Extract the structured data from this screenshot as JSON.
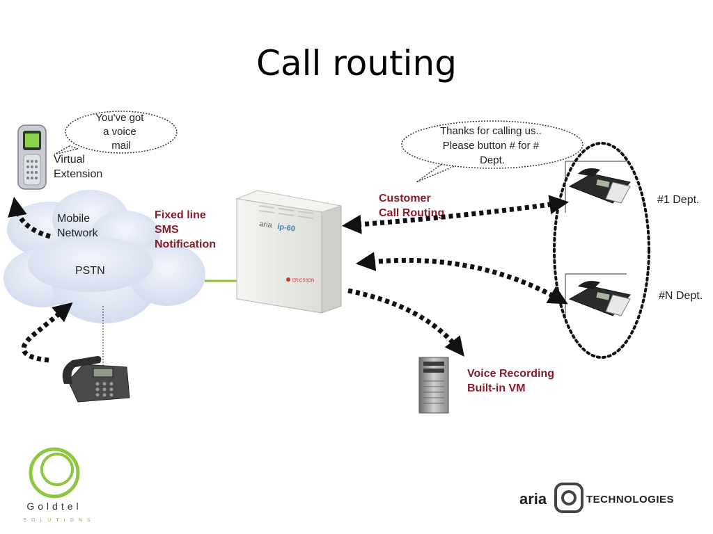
{
  "title": "Call routing",
  "bubbles": {
    "voice_mail": [
      "You've got",
      "a voice",
      "mail"
    ],
    "thanks": [
      "Thanks for calling us..",
      "Please button # for #",
      "Dept."
    ]
  },
  "labels": {
    "virtual_extension": [
      "Virtual",
      "Extension"
    ],
    "mobile_network": [
      "Mobile",
      "Network"
    ],
    "pstn": "PSTN",
    "fixed_line_sms": [
      "Fixed line",
      "SMS",
      "Notification"
    ],
    "customer_call_routing": [
      "Customer",
      "Call Routing"
    ],
    "voice_recording": [
      "Voice Recording",
      "Built-in VM"
    ],
    "dept_1": "#1 Dept.",
    "dept_n": "#N Dept."
  },
  "pbx": {
    "brand": "aria",
    "model": "ip-60",
    "maker": "ERICSSON"
  },
  "logos": {
    "goldtel_name": "Goldtel",
    "goldtel_sub": "SOLUTIONS",
    "aria_left": "aria",
    "aria_right": "TECHNOLOGIES"
  },
  "colors": {
    "accent_red": "#8b1a2b",
    "goldtel_green": "#8dc63f",
    "cloud": "#dde6f5"
  }
}
